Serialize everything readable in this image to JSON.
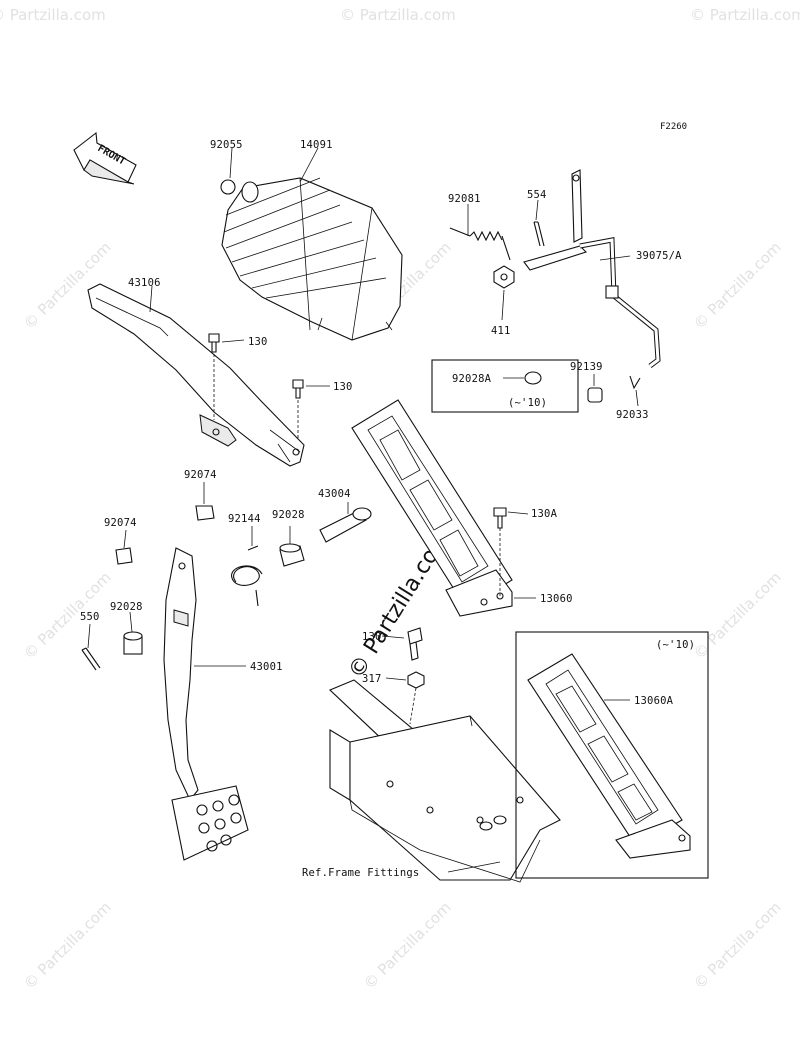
{
  "diagram_code": "F2260",
  "front_arrow_label": "FRONT",
  "ref_note": "Ref.Frame Fittings",
  "watermark": "© Partzilla.com",
  "watermark_center": "© Partzilla.com",
  "parts": {
    "p92055": "92055",
    "p14091": "14091",
    "p92081": "92081",
    "p554": "554",
    "p39075A": "39075/A",
    "p411": "411",
    "p43106": "43106",
    "p130a": "130",
    "p130b": "130",
    "p92028A": "92028A",
    "p92028A_note": "(~'10)",
    "p92139": "92139",
    "p92033": "92033",
    "p92074a": "92074",
    "p43004": "43004",
    "p92144": "92144",
    "p92028a": "92028",
    "p130A": "130A",
    "p92074b": "92074",
    "p13060": "13060",
    "p550": "550",
    "p92028b": "92028",
    "p43001": "43001",
    "p130c": "130",
    "p317": "317",
    "p13060A": "13060A",
    "p13060A_note": "(~'10)"
  }
}
